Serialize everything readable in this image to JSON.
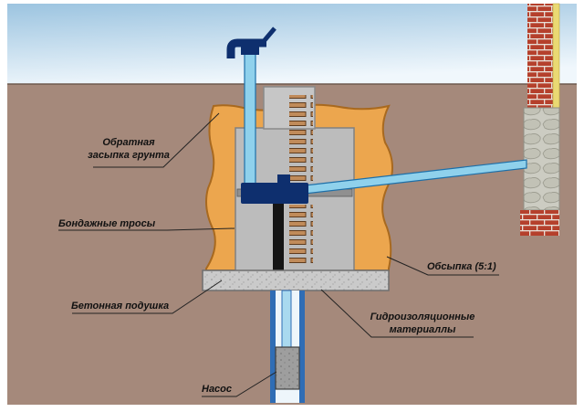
{
  "labels": {
    "backfill": "Обратная\nзасыпка грунта",
    "cables": "Бондажные тросы",
    "concrete_pad": "Бетонная подушка",
    "pump": "Насос",
    "gravel": "Обсыпка (5:1)",
    "waterproofing": "Гидроизоляционные\nматериаллы"
  },
  "colors": {
    "sky_top": "#9cc4e0",
    "sky_bottom": "#f0f7fc",
    "ground": "#a5897b",
    "horizon": "#6e5a4e",
    "sand": "#eca64e",
    "sand_edge": "#a8691f",
    "concrete": "#bcbcbc",
    "riser": "#c6c6c6",
    "pipe_blue": "#8fd1ec",
    "pipe_outline": "#1d6fa8",
    "pipe_dark": "#0e2f6e",
    "casing_blue": "#2f6db5",
    "water": "#a9d9ef",
    "insulation_yellow": "#ead973",
    "leader": "#222222"
  }
}
